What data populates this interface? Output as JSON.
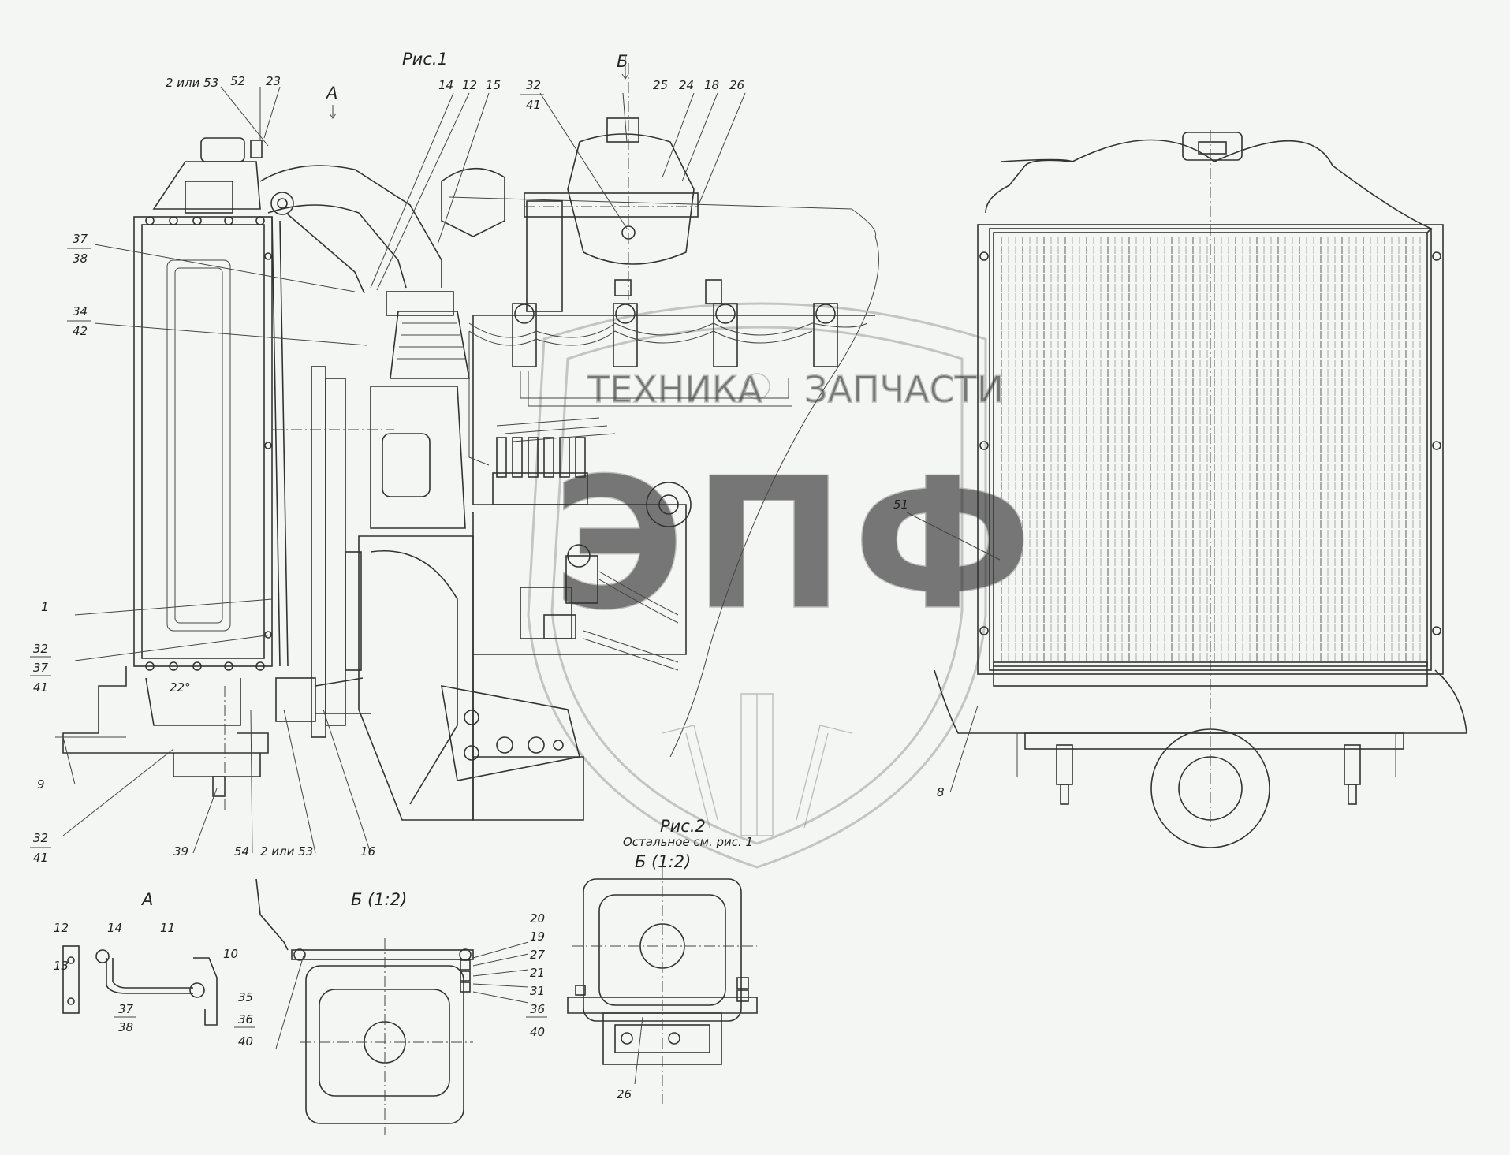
{
  "figure": {
    "fig1_title": "Рис.1",
    "fig2_title": "Рис.2",
    "fig2_note": "Остальное см. рис. 1",
    "view_A_top": "А",
    "view_B_top": "Б",
    "view_A_title": "А",
    "view_B_title": "Б (1:2)",
    "fig2_view_title": "Б (1:2)"
  },
  "watermark": {
    "text_left": "ТЕХНИКА",
    "text_right": "ЗАПЧАСТИ",
    "letters": "ЭПФ"
  },
  "callouts_fig1": [
    {
      "text": "2 или 53"
    },
    {
      "text": "52"
    },
    {
      "text": "23"
    },
    {
      "text": "14"
    },
    {
      "text": "12"
    },
    {
      "text": "15"
    },
    {
      "text": "32",
      "sub": "41"
    },
    {
      "text": "25"
    },
    {
      "text": "24"
    },
    {
      "text": "18"
    },
    {
      "text": "26"
    },
    {
      "text": "37",
      "sub": "38"
    },
    {
      "text": "34",
      "sub": "42"
    },
    {
      "text": "1"
    },
    {
      "text": "32",
      "sub": "37",
      "sub2": "41"
    },
    {
      "text": "9"
    },
    {
      "text": "32",
      "sub": "41"
    },
    {
      "text": "39"
    },
    {
      "text": "54"
    },
    {
      "text": "2 или 53"
    },
    {
      "text": "16"
    },
    {
      "text": "51"
    },
    {
      "text": "8"
    }
  ],
  "angle_label": "22°",
  "callouts_view_A": [
    "12",
    "14",
    "11",
    "10",
    "13",
    "37",
    "38"
  ],
  "callouts_view_B": [
    "20",
    "19",
    "27",
    "21",
    "31",
    "35",
    "36",
    "40",
    "36",
    "40"
  ],
  "callouts_fig2": [
    "26"
  ]
}
